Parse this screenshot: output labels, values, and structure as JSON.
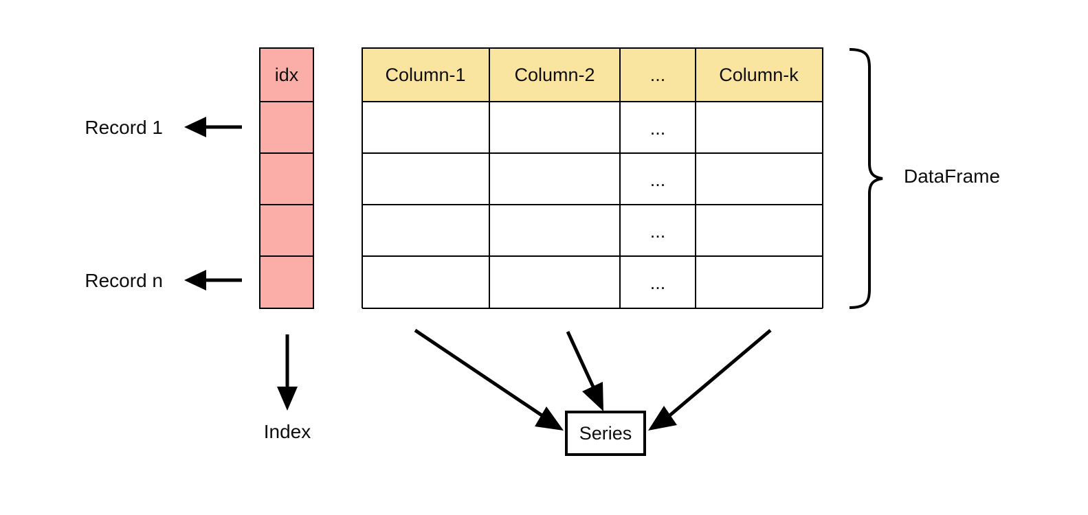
{
  "diagram": {
    "title_label": "DataFrame",
    "index": {
      "header_label": "idx",
      "bottom_label": "Index",
      "cell_count": 4,
      "fill_color": "#fbaea8",
      "header_fill_color": "#fbaea8"
    },
    "table": {
      "header_fill_color": "#fae5a0",
      "body_fill_color": "#ffffff",
      "border_color": "#000000",
      "columns": [
        "Column-1",
        "Column-2",
        "...",
        "Column-k"
      ],
      "rows": [
        [
          "",
          "",
          "...",
          ""
        ],
        [
          "",
          "",
          "...",
          ""
        ],
        [
          "",
          "",
          "...",
          ""
        ],
        [
          "",
          "",
          "...",
          ""
        ]
      ]
    },
    "record_labels": [
      {
        "text": "Record 1",
        "row": 1
      },
      {
        "text": "Record n",
        "row": 4
      }
    ],
    "series": {
      "label": "Series",
      "incoming_arrow_count": 3
    },
    "brace_label": "DataFrame"
  }
}
